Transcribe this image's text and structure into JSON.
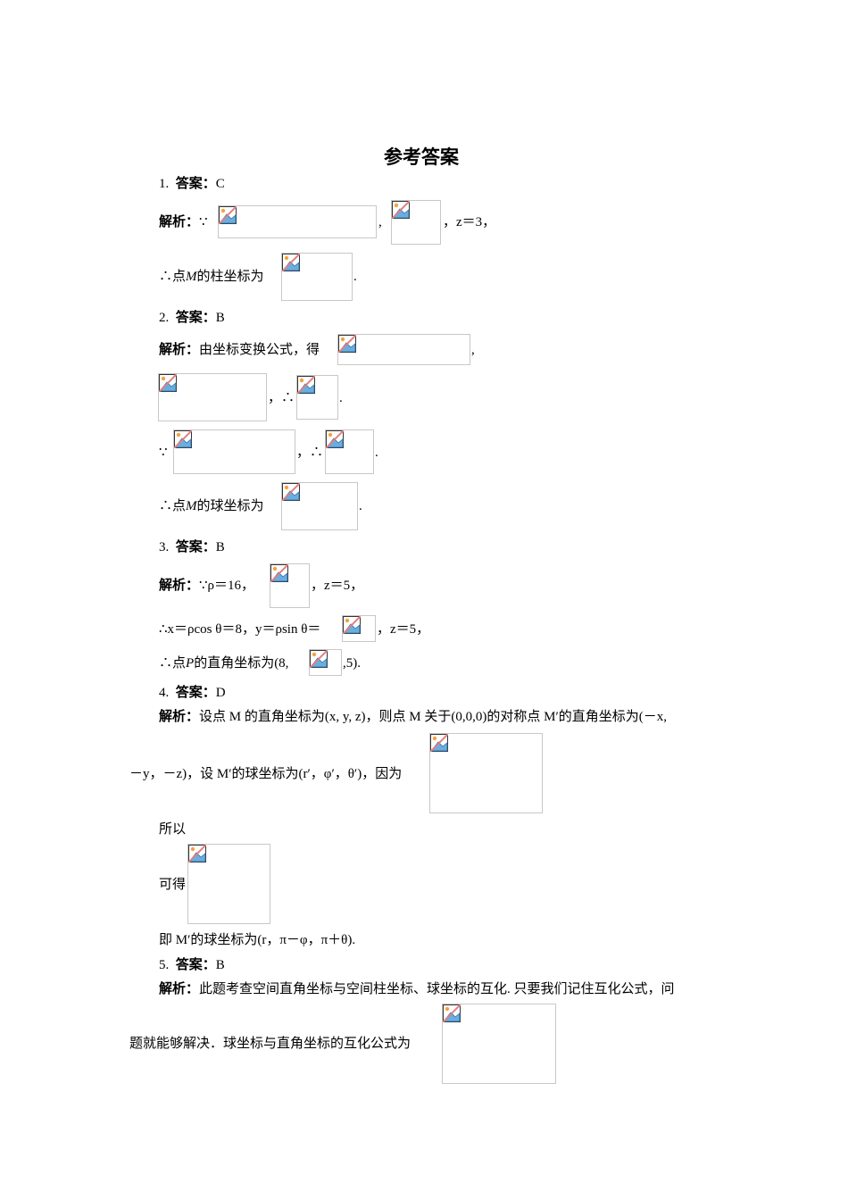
{
  "title": "参考答案",
  "q1": {
    "answer_line": "1.",
    "answer_label": "答案：",
    "answer": "C",
    "analysis_label": "解析：",
    "since": "∵",
    "comma1": ",",
    "tail": "，z＝3，",
    "line2_pre": "∴点",
    "line2_var": "M",
    "line2_post": "的柱坐标为",
    "line2_end": "."
  },
  "q2": {
    "answer_line": "2.",
    "answer_label": "答案：",
    "answer": "B",
    "analysis_label": "解析：",
    "text1": "由坐标变换公式，得",
    "comma1": ",",
    "mid": "，∴",
    "end1": ".",
    "since": "∵",
    "mid2": "，∴",
    "end2": ".",
    "line4_pre": "∴点",
    "line4_var": "M",
    "line4_post": "的球坐标为",
    "line4_end": "."
  },
  "q3": {
    "answer_line": "3.",
    "answer_label": "答案：",
    "answer": "B",
    "analysis_label": "解析：",
    "l1_pre": "∵ρ＝16，",
    "l1_post": "，z＝5，",
    "l2_pre": "∴x＝ρcos θ＝8，y＝ρsin θ＝",
    "l2_post": "，z＝5，",
    "l3_pre": "∴点",
    "l3_var": "P",
    "l3_mid": "的直角坐标为(8,",
    "l3_post": ",5)."
  },
  "q4": {
    "answer_line": "4.",
    "answer_label": "答案：",
    "answer": "D",
    "analysis_label": "解析：",
    "l1": "设点 M 的直角坐标为(x, y, z)，则点 M 关于(0,0,0)的对称点 M′的直角坐标为(－x,",
    "l2": "－y，－z)，设 M′的球坐标为(r′，φ′，θ′)，因为",
    "l3": "所以",
    "l4": "可得",
    "l5": "即 M′的球坐标为(r，π－φ，π＋θ)."
  },
  "q5": {
    "answer_line": "5.",
    "answer_label": "答案：",
    "answer": "B",
    "analysis_label": "解析：",
    "l1": "此题考查空间直角坐标与空间柱坐标、球坐标的互化. 只要我们记住互化公式，问",
    "l2": "题就能够解决．球坐标与直角坐标的互化公式为"
  },
  "icons": {
    "broken_image": "broken-image-icon"
  }
}
